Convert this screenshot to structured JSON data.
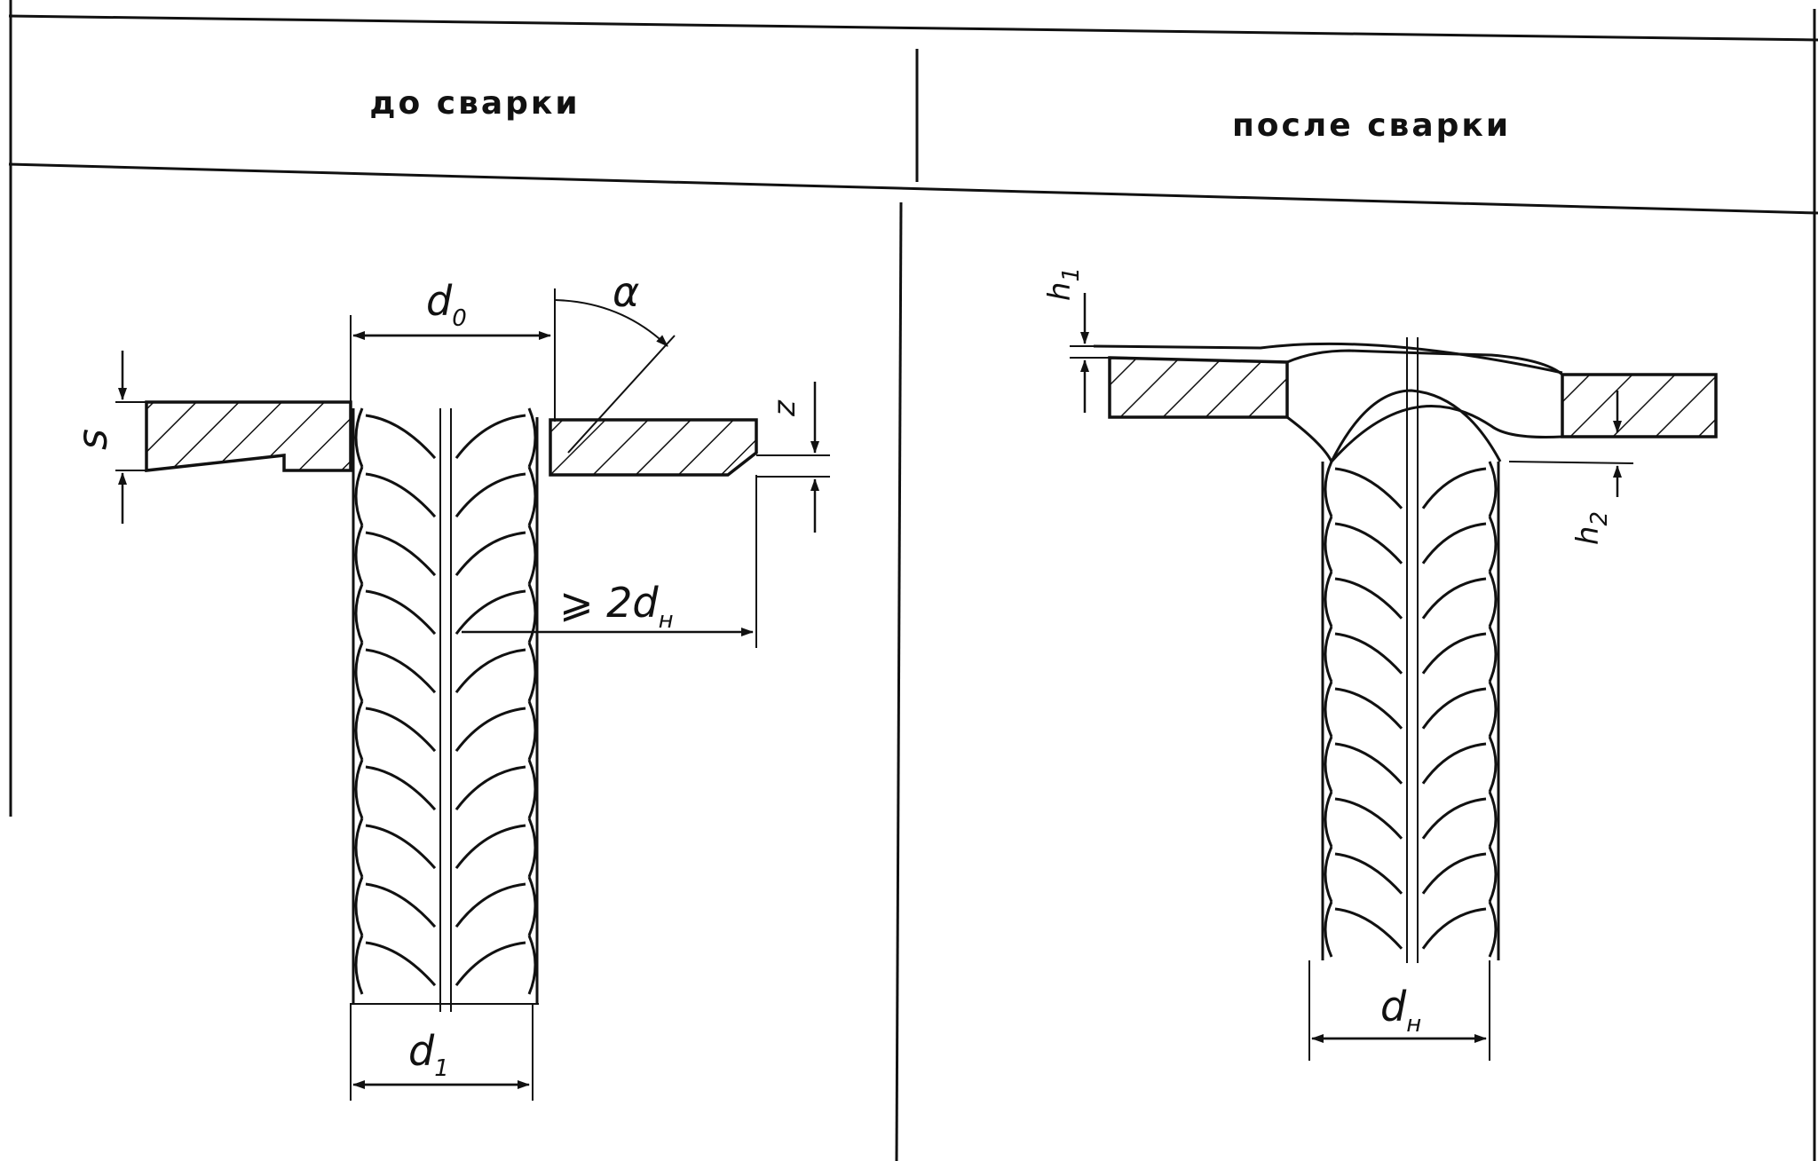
{
  "table": {
    "header_left": "до сварки",
    "header_right": "после сварки"
  },
  "labels": {
    "d0": "d",
    "d0_sub": "0",
    "alpha": "α",
    "s": "s",
    "z": "z",
    "gap": "⩾ 2d",
    "gap_sub": "н",
    "d1": "d",
    "d1_sub": "1",
    "h1": "h",
    "h1_sub": "1",
    "h2": "h",
    "h2_sub": "2",
    "dn": "d",
    "dn_sub": "н"
  }
}
